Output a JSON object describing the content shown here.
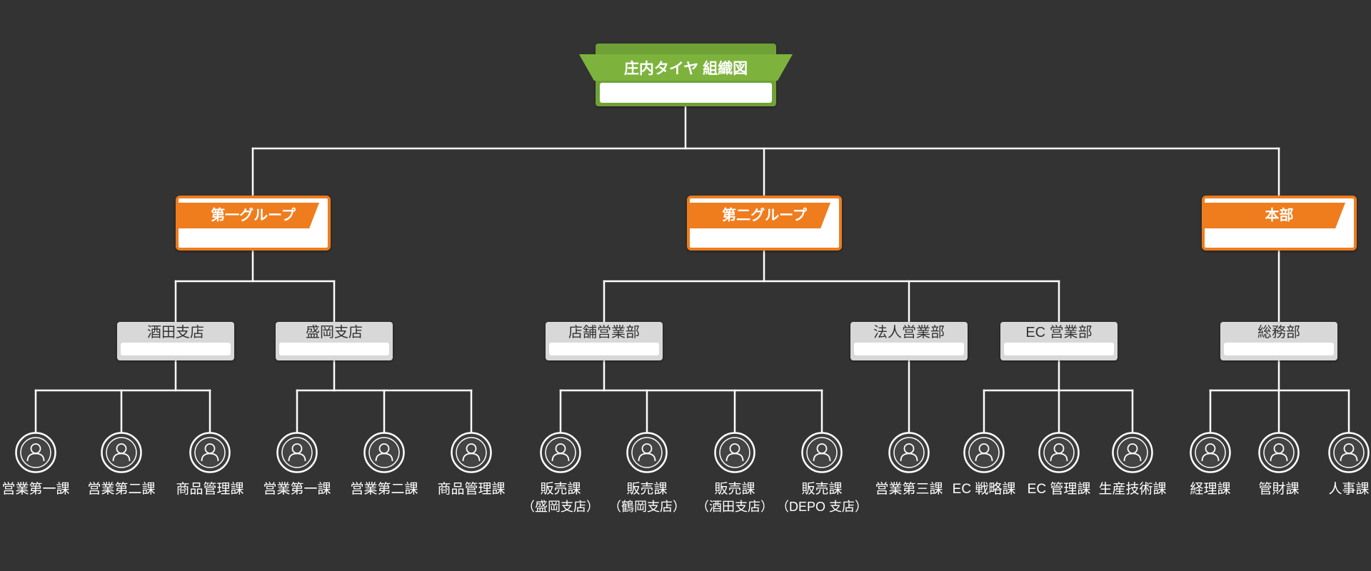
{
  "colors": {
    "background": "#333333",
    "root": "#6FA136",
    "root_ribbon": "#7DB33D",
    "group": "#EF7D1E",
    "department": "#D8D8D8",
    "connector": "#FFFFFF"
  },
  "section_icon": "person-icon",
  "root": {
    "title": "庄内タイヤ 組織図"
  },
  "groups": [
    {
      "name": "第一グループ",
      "departments": [
        {
          "name": "酒田支店",
          "sections": [
            {
              "label": "営業第一課"
            },
            {
              "label": "営業第二課"
            },
            {
              "label": "商品管理課"
            }
          ]
        },
        {
          "name": "盛岡支店",
          "sections": [
            {
              "label": "営業第一課"
            },
            {
              "label": "営業第二課"
            },
            {
              "label": "商品管理課"
            }
          ]
        }
      ]
    },
    {
      "name": "第二グループ",
      "departments": [
        {
          "name": "店舗営業部",
          "sections": [
            {
              "label": "販売課",
              "sublabel": "（盛岡支店）"
            },
            {
              "label": "販売課",
              "sublabel": "（鶴岡支店）"
            },
            {
              "label": "販売課",
              "sublabel": "（酒田支店）"
            },
            {
              "label": "販売課",
              "sublabel": "（DEPO 支店）"
            }
          ]
        },
        {
          "name": "法人営業部",
          "sections": [
            {
              "label": "営業第三課"
            }
          ]
        },
        {
          "name": "EC 営業部",
          "sections": [
            {
              "label": "EC 戦略課"
            },
            {
              "label": "EC 管理課"
            },
            {
              "label": "生産技術課"
            }
          ]
        }
      ]
    },
    {
      "name": "本部",
      "departments": [
        {
          "name": "総務部",
          "sections": [
            {
              "label": "経理課"
            },
            {
              "label": "管財課"
            },
            {
              "label": "人事課"
            }
          ]
        }
      ]
    }
  ]
}
